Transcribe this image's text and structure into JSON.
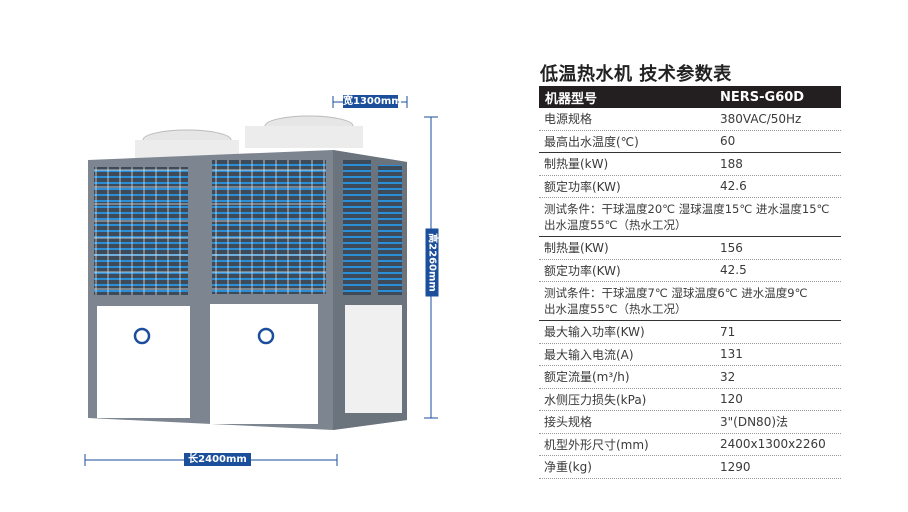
{
  "dimensions": {
    "width": "宽1300mm",
    "height": "高2260mm",
    "length": "长2400mm"
  },
  "colors": {
    "accent": "#1b4e9b",
    "header_bg": "#231f20",
    "coil_blue": "#2a8fd6",
    "frame": "#7d8690"
  },
  "title": "低温热水机 技术参数表",
  "header": {
    "label": "机器型号",
    "value": "NERS-G60D"
  },
  "group1": [
    {
      "label": "电源规格",
      "value": "380VAC/50Hz"
    },
    {
      "label": "最高出水温度(℃)",
      "value": "60"
    }
  ],
  "group2": [
    {
      "label": "制热量(kW)",
      "value": "188"
    },
    {
      "label": "额定功率(KW)",
      "value": "42.6"
    }
  ],
  "note2": {
    "line1": "测试条件：干球温度20℃ 湿球温度15℃ 进水温度15℃",
    "line2": "出水温度55℃（热水工况）"
  },
  "group3": [
    {
      "label": "制热量(KW)",
      "value": "156"
    },
    {
      "label": "额定功率(KW)",
      "value": "42.5"
    }
  ],
  "note3": {
    "line1": "测试条件：干球温度7℃ 湿球温度6℃ 进水温度9℃",
    "line2": "出水温度55℃（热水工况）"
  },
  "group4": [
    {
      "label": "最大输入功率(KW)",
      "value": " 71"
    },
    {
      "label": "最大输入电流(A)",
      "value": "131"
    },
    {
      "label": "额定流量(m³/h)",
      "value": "32"
    },
    {
      "label": "水侧压力损失(kPa)",
      "value": "120"
    },
    {
      "label": "接头规格",
      "value": "3\"(DN80)法"
    },
    {
      "label": "机型外形尺寸(mm)",
      "value": "2400x1300x2260"
    },
    {
      "label": "净重(kg)",
      "value": "1290"
    }
  ]
}
